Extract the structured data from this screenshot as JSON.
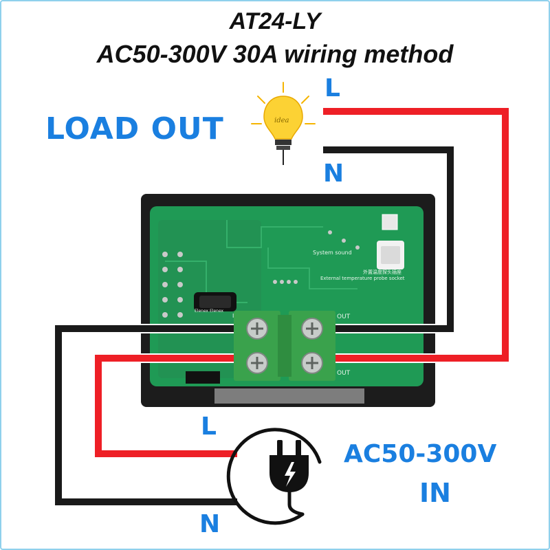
{
  "title": {
    "model": "AT24-LY",
    "subtitle": "AC50-300V 30A wiring method"
  },
  "load": {
    "label": "LOAD OUT",
    "bulb_text": "idea",
    "wire_l": "L",
    "wire_n": "N"
  },
  "supply": {
    "label": "AC50-300V",
    "label2": "IN",
    "wire_l": "L",
    "wire_n": "N"
  },
  "board": {
    "system_sound": "System sound",
    "probe_cn": "外置温度探头插座",
    "probe_en": "External temperature probe socket",
    "in_label": "IN",
    "out_label": "OUT",
    "out_label2": "OUT",
    "capacitor_brand": "Elenex Elenex"
  },
  "colors": {
    "live_wire": "#ee1f26",
    "neutral_wire": "#1a1a1a",
    "label_blue": "#1a7fe0",
    "pcb": "#1f9a55",
    "terminal": "#3aa24c"
  },
  "icons": [
    "light-bulb-icon",
    "power-plug-icon"
  ]
}
